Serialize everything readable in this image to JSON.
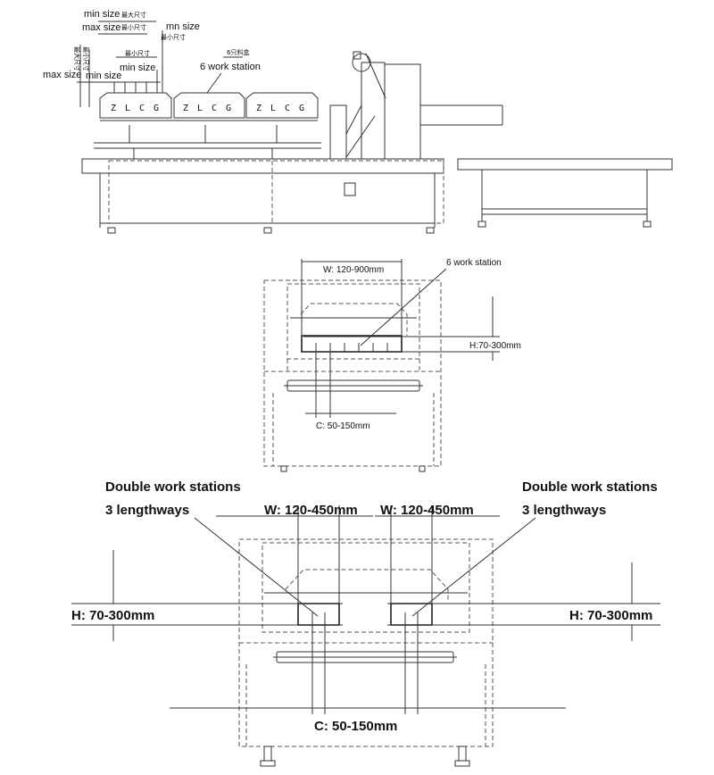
{
  "side_view": {
    "labels": {
      "min_size_top": "min size",
      "cn_max_top": "最大尺寸",
      "max_size_top": "max size",
      "cn_min_top": "最小尺寸",
      "mn_size": "mn size",
      "cn_min_right": "最小尺寸",
      "cn_min_mid": "最小尺寸",
      "min_size_mid": "min size",
      "max_size_left": "max size",
      "min_size_left": "min size",
      "cn_vert_max": "最大尺寸",
      "cn_vert_min": "最小尺寸",
      "cn_six_station": "6只料盒",
      "six_work_station": "6 work station"
    },
    "bin_marks": [
      "Z",
      "L",
      "C",
      "G",
      "Z",
      "L",
      "C",
      "G",
      "Z",
      "L",
      "C",
      "G"
    ]
  },
  "single_view": {
    "width_label": "W: 120-900mm",
    "height_label": "H:70-300mm",
    "spacing_label": "C: 50-150mm",
    "station_label": "6 work station"
  },
  "double_view": {
    "left_title_line1": "Double work stations",
    "left_title_line2": "3 lengthways",
    "right_title_line1": "Double work stations",
    "right_title_line2": "3 lengthways",
    "width_left": "W: 120-450mm",
    "width_right": "W: 120-450mm",
    "height_left": "H: 70-300mm",
    "height_right": "H: 70-300mm",
    "spacing": "C: 50-150mm"
  }
}
